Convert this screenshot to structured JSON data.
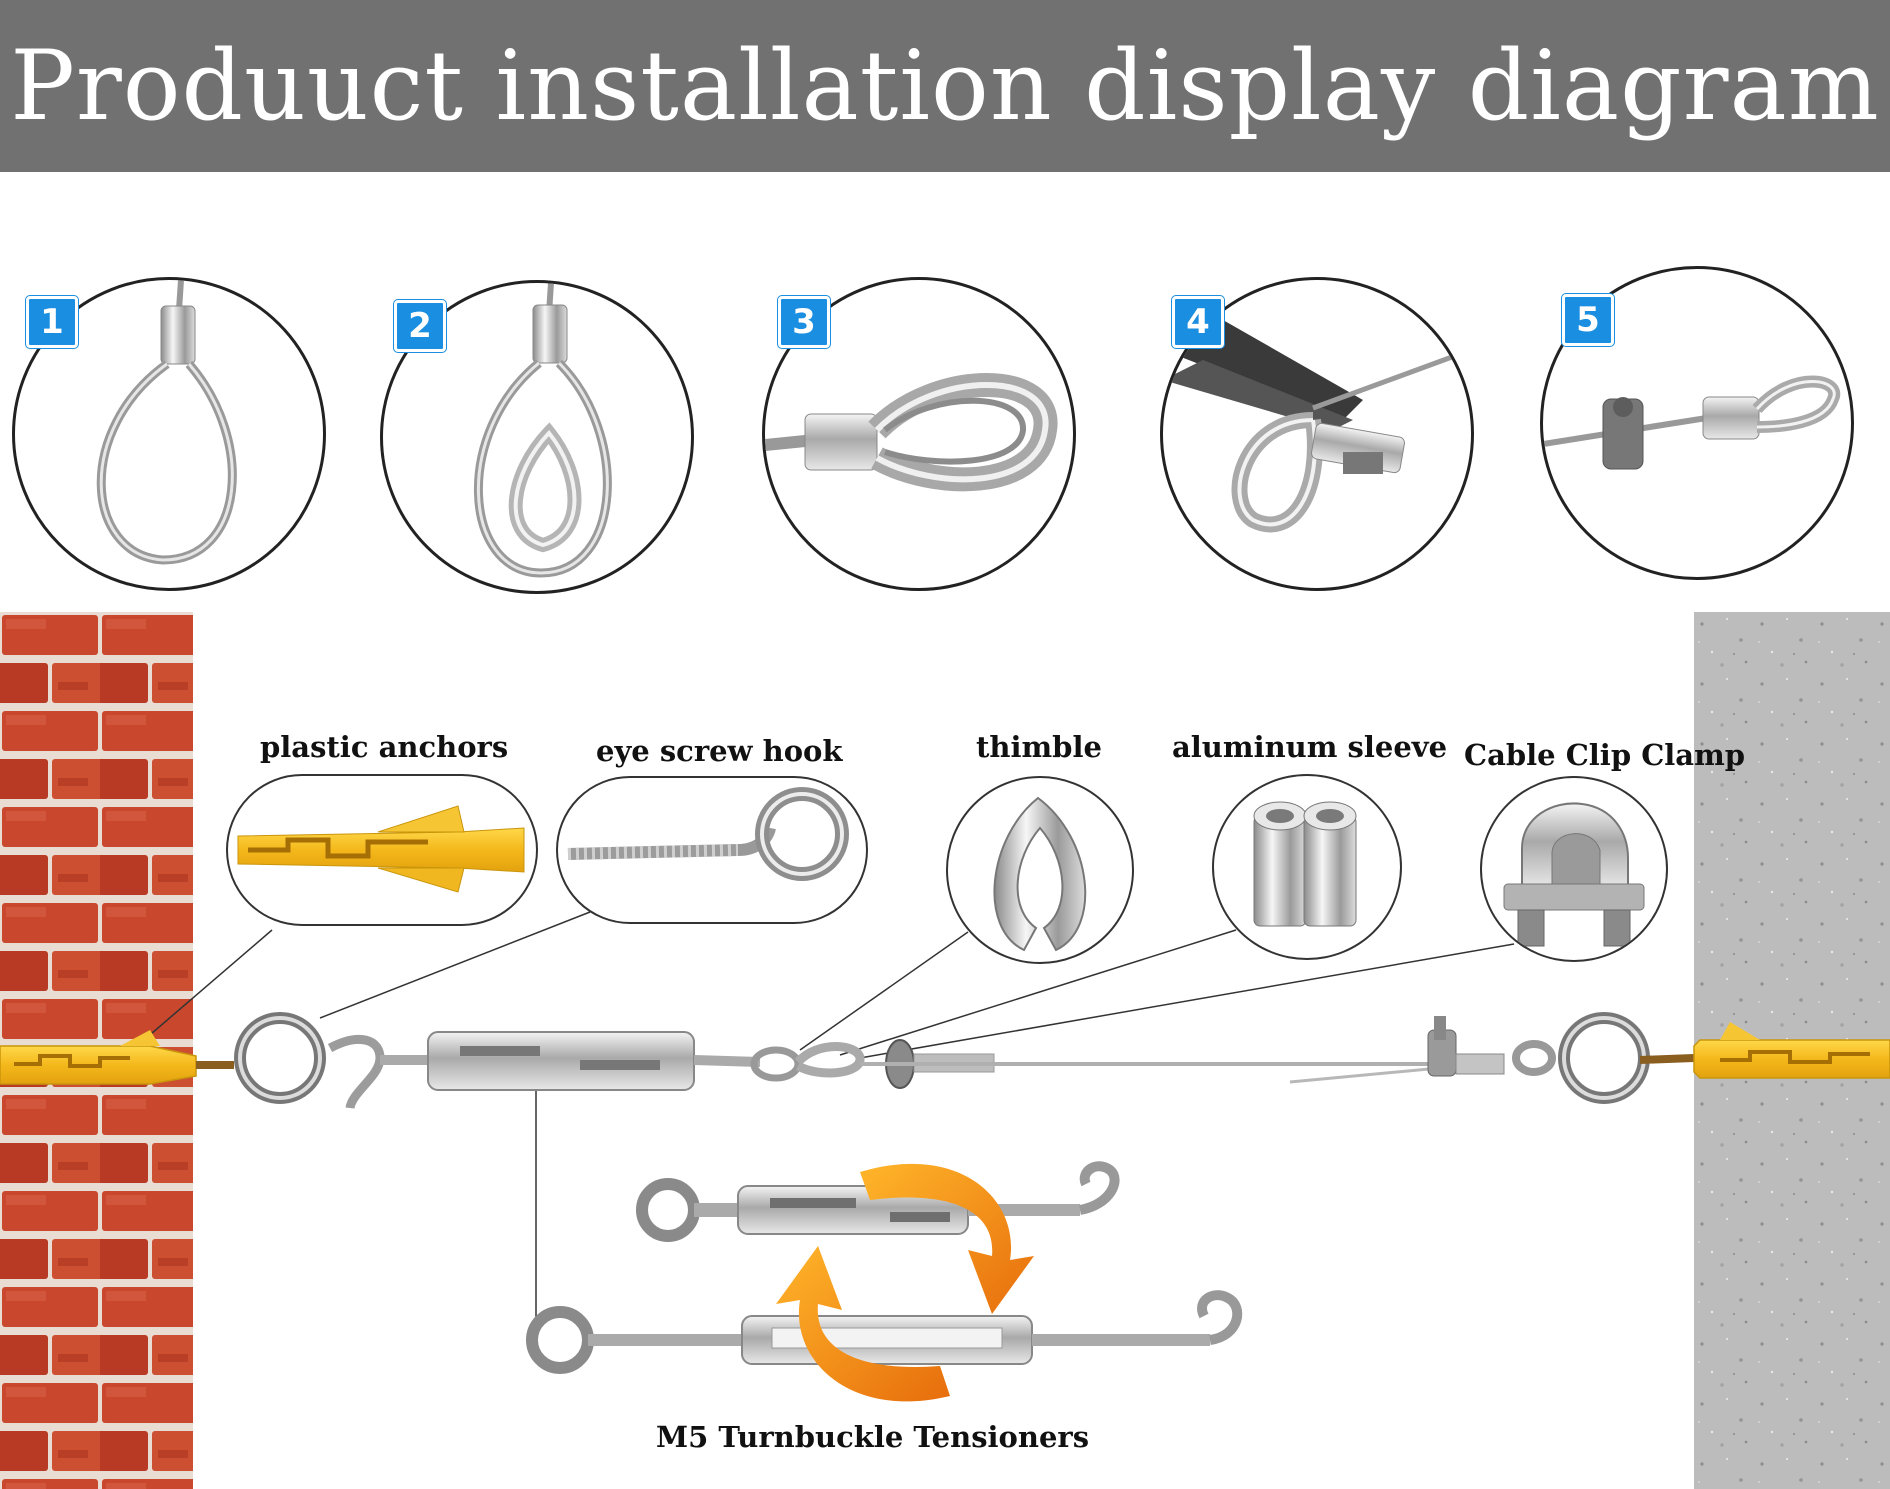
{
  "header": {
    "title": "Produuct installation display diagram"
  },
  "steps": [
    {
      "number": "1",
      "icon": "cable-loop-with-sleeve-icon"
    },
    {
      "number": "2",
      "icon": "cable-loop-with-thimble-icon"
    },
    {
      "number": "3",
      "icon": "thimble-loop-crimped-icon"
    },
    {
      "number": "4",
      "icon": "pliers-crimping-sleeve-icon"
    },
    {
      "number": "5",
      "icon": "clip-and-sleeve-loop-icon"
    }
  ],
  "parts": {
    "plastic_anchors": "plastic anchors",
    "eye_screw_hook": "eye screw hook",
    "thimble": "thimble",
    "aluminum_sleeve": "aluminum sleeve",
    "cable_clip_clamp": "Cable Clip Clamp",
    "turnbuckle": "M5 Turnbuckle Tensioners"
  },
  "colors": {
    "header_bg": "#717171",
    "badge_blue": "#1a8ee0",
    "anchor_yellow": "#f4c21d",
    "brick_red": "#c8432b",
    "concrete_gray": "#bdbdbd",
    "arrow_orange": "#f29418"
  }
}
